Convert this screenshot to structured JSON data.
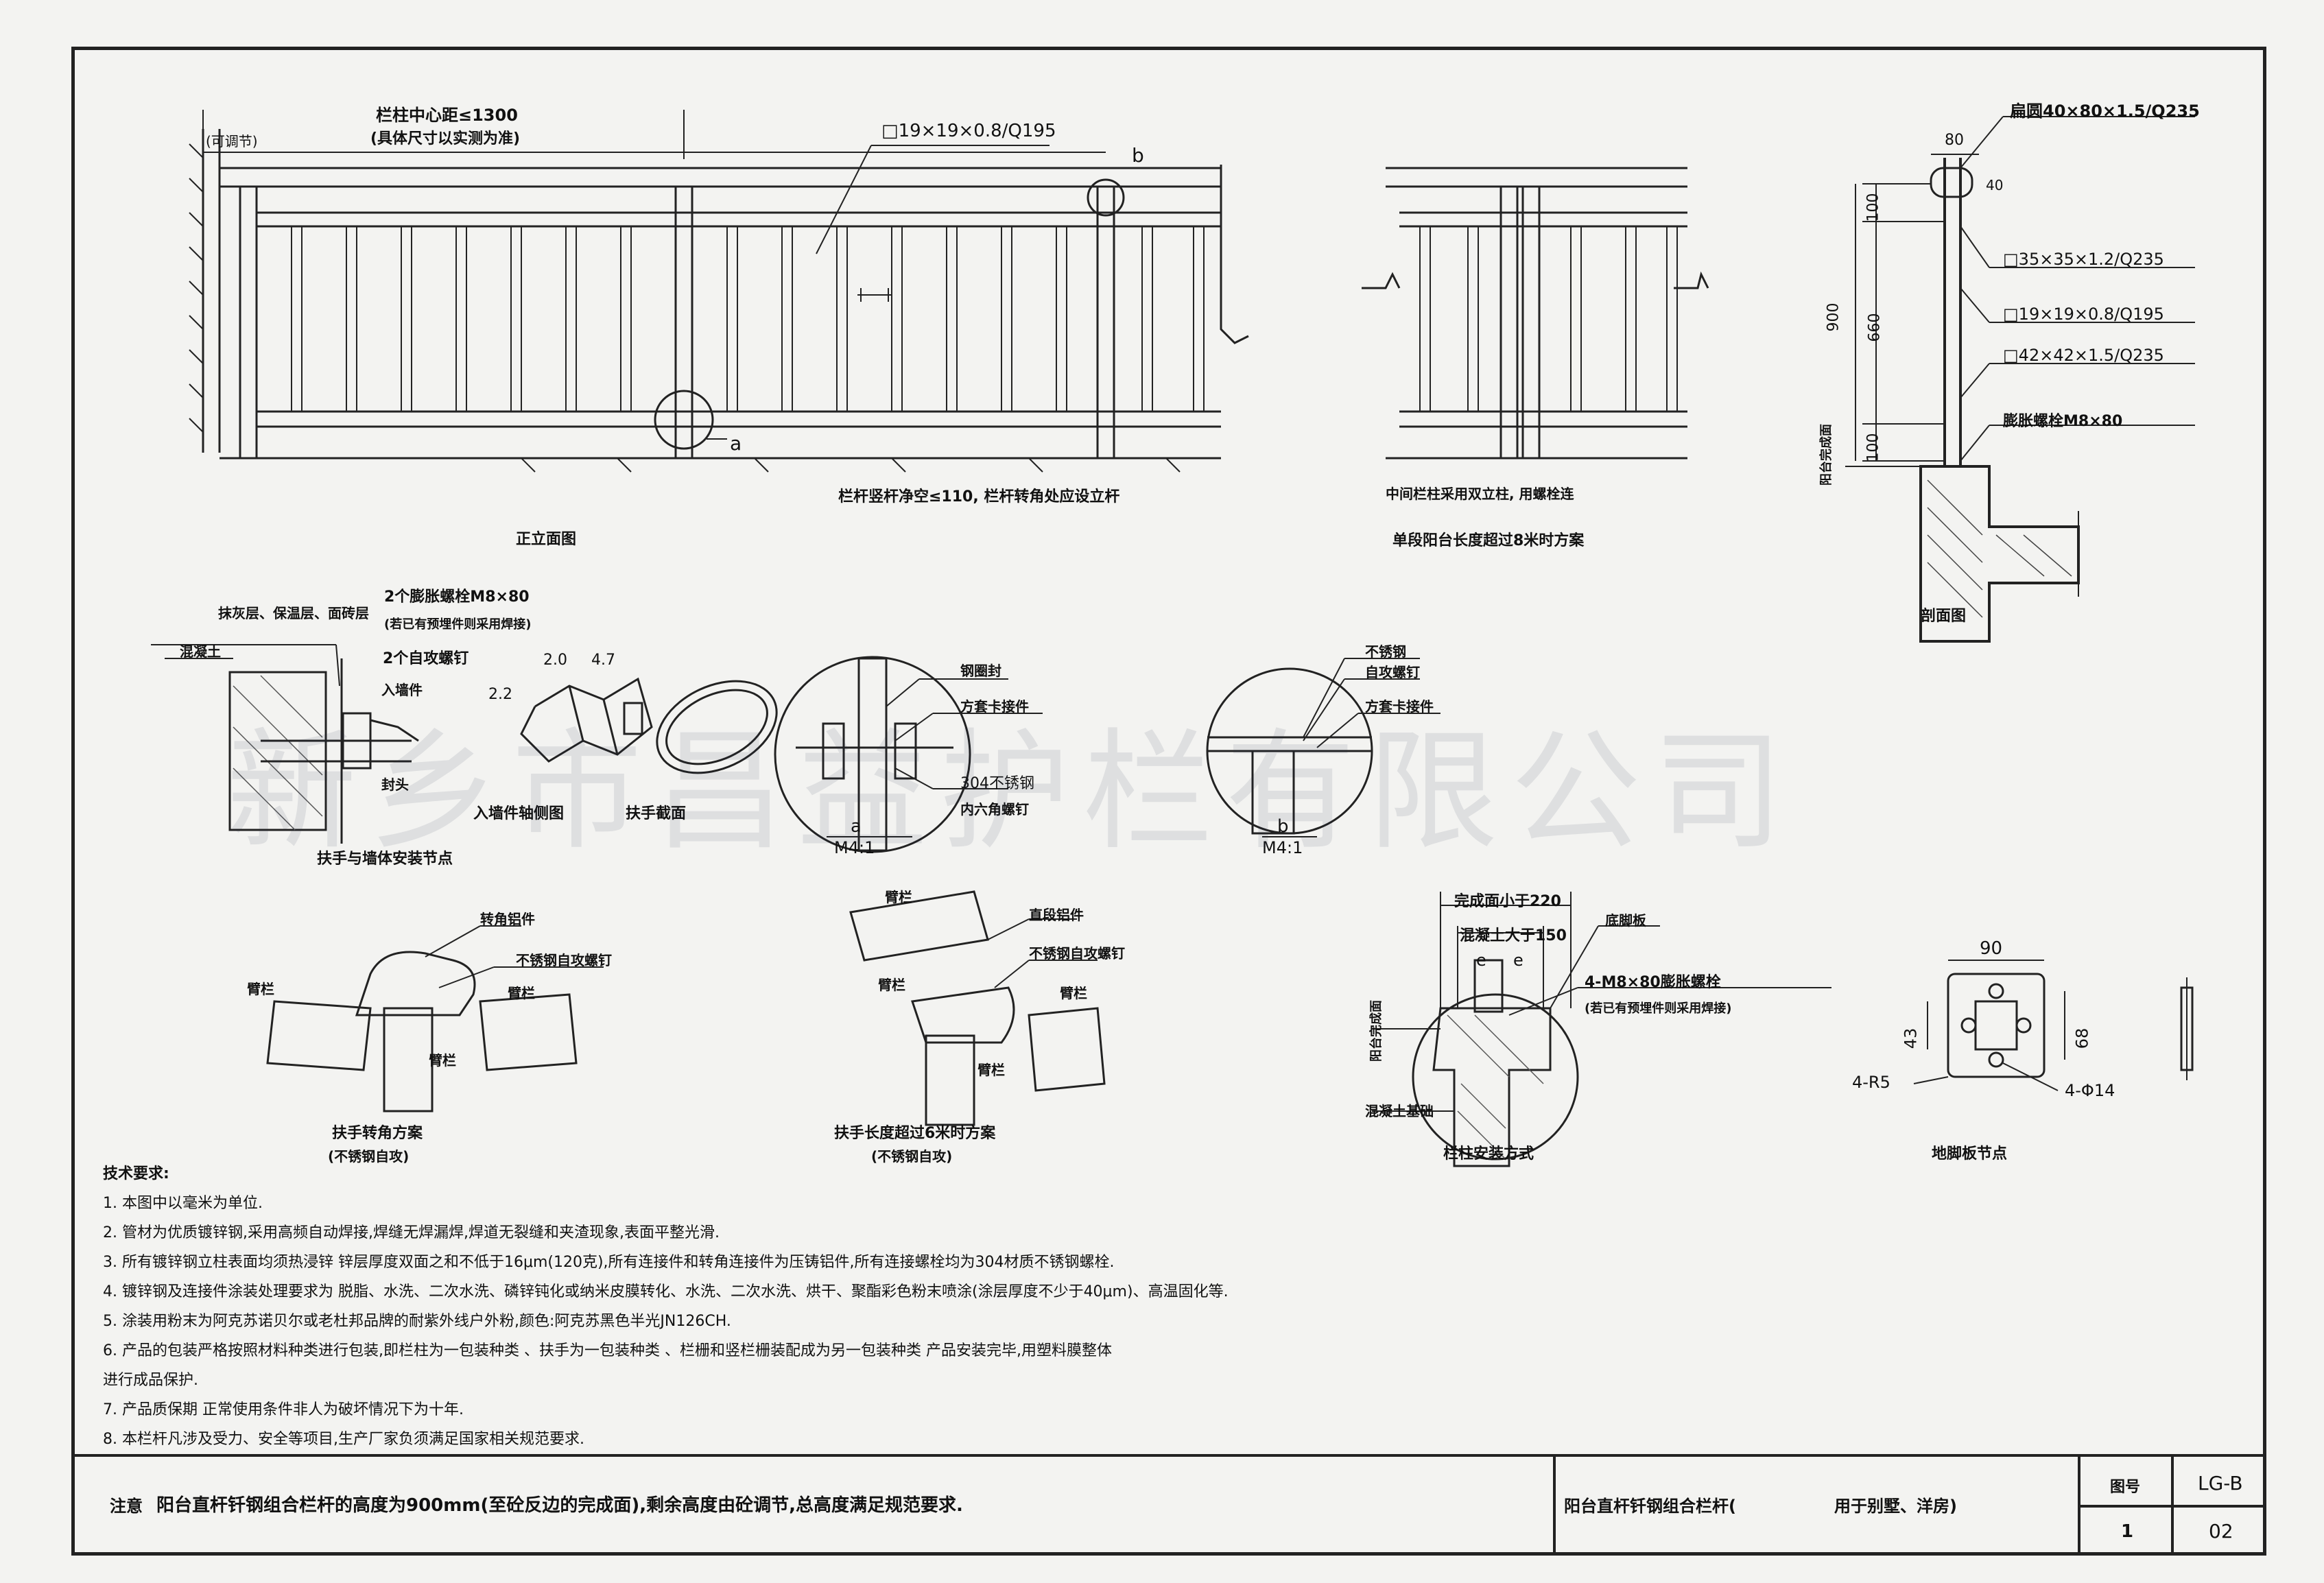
{
  "labels": {
    "post_spacing": "栏柱中心距≤1300",
    "post_spacing_note": "(具体尺寸以实测为准)",
    "adjustable": "(可调节)",
    "baluster_spec": "□19×19×0.8/Q195",
    "baluster_gap": "栏杆竖杆净空≤110, 栏杆转角处应设立杆",
    "front_elevation": "正立面图",
    "long_balcony_scheme": "单段阳台长度超过8米时方案",
    "mid_post_note": "中间栏柱采用双立柱, 用螺栓连",
    "callout_a": "a",
    "callout_b": "b",
    "dim_80": "80",
    "dim_40": "40",
    "dim_100_top": "100",
    "dim_660": "660",
    "dim_900": "900",
    "dim_100_bottom": "100",
    "handrail_spec": "扁圆40×80×1.5/Q235",
    "post_spec": "□35×35×1.2/Q235",
    "baluster_spec_section": "□19×19×0.8/Q195",
    "post_base_spec": "□42×42×1.5/Q235",
    "expansion_bolt": "膨胀螺栓M8×80",
    "finished_floor": "阳台完成面",
    "section_view": "剖面图",
    "wall_finish": "抹灰层、保温层、面砖层",
    "concrete_wall": "混凝土",
    "bolts_2": "2个膨胀螺栓M8×80",
    "bolts_2_note": "(若已有预埋件则采用焊接)",
    "screws_2": "2个自攻螺钉",
    "wall_insert": "入墙件",
    "end_cap": "封头",
    "insert_axis_view": "入墙件轴侧图",
    "handrail_section": "扶手截面",
    "handrail_wall_node": "扶手与墙体安装节点",
    "dim_20": "2.0",
    "dim_47": "4.7",
    "dim_22": "2.2",
    "pipe_cap": "钢圈封",
    "square_connector": "方套卡接件",
    "ss304_screw": "304不锈钢",
    "hex_screw": "内六角螺钉",
    "detail_a": "a",
    "scale_a": "M4:1",
    "stainless": "不锈钢",
    "self_tap_screw": "自攻螺钉",
    "square_connector_b": "方套卡接件",
    "detail_b": "b",
    "scale_b": "M4:1",
    "corner_connector": "转角铝件",
    "ss_screw": "不锈钢自攻螺钉",
    "arm_rail": "臂栏",
    "arm_rail2": "臂栏",
    "arm_rail3": "臂栏",
    "corner_scheme": "扶手转角方案",
    "corner_scheme_note": "(不锈钢自攻)",
    "straight_connector": "直段铝件",
    "ss_screw2": "不锈钢自攻螺钉",
    "arm_rail4": "臂栏",
    "arm_rail5": "臂栏",
    "arm_rail6": "臂栏",
    "arm_rail7": "臂栏",
    "long_handrail_scheme": "扶手长度超过6米时方案",
    "long_handrail_note": "(不锈钢自攻)",
    "finish_220": "完成面小于220",
    "struct_150": "混凝土大于150",
    "base_plate": "底脚板",
    "bolts_4": "4-M8×80膨胀螺栓",
    "bolts_4_note": "(若已有预埋件则采用焊接)",
    "e1": "e",
    "e2": "e",
    "finish_floor2": "阳台完成面",
    "concrete_base": "混凝土基础",
    "post_install": "栏柱安装方式",
    "dim_90": "90",
    "dim_43": "43",
    "dim_68": "68",
    "r5": "4-R5",
    "phi14": "4-Φ14",
    "base_plate_node": "地脚板节点"
  },
  "watermark": "新乡市昌益护栏有限公司",
  "notes": {
    "title": "技术要求:",
    "items": [
      "1. 本图中以毫米为单位.",
      "2. 管材为优质镀锌钢,采用高频自动焊接,焊缝无焊漏焊,焊道无裂缝和夹渣现象,表面平整光滑.",
      "3. 所有镀锌钢立柱表面均须热浸锌 锌层厚度双面之和不低于16μm(120克),所有连接件和转角连接件为压铸铝件,所有连接螺栓均为304材质不锈钢螺栓.",
      "4. 镀锌钢及连接件涂装处理要求为 脱脂、水洗、二次水洗、磷锌钝化或纳米皮膜转化、水洗、二次水洗、烘干、聚酯彩色粉末喷涂(涂层厚度不少于40μm)、高温固化等.",
      "5. 涂装用粉末为阿克苏诺贝尔或老杜邦品牌的耐紫外线户外粉,颜色:阿克苏黑色半光JN126CH.",
      "6. 产品的包装严格按照材料种类进行包装,即栏柱为一包装种类 、扶手为一包装种类 、栏栅和竖栏栅装配成为另一包装种类 产品安装完毕,用塑料膜整体",
      "   进行成品保护.",
      "7. 产品质保期 正常使用条件非人为破坏情况下为十年.",
      "8. 本栏杆凡涉及受力、安全等项目,生产厂家负须满足国家相关规范要求."
    ]
  },
  "title_block": {
    "note_label": "注意",
    "note_text": "阳台直杆钎钢组合栏杆的高度为900mm(至砼反边的完成面),剩余高度由砼调节,总高度满足规范要求.",
    "drawing_name": "阳台直杆钎钢组合栏杆(",
    "usage": "用于别墅、洋房)",
    "drawing_no_label": "图号",
    "drawing_no": "LG-B",
    "sheet_label": "1",
    "sheet_no": "02"
  }
}
